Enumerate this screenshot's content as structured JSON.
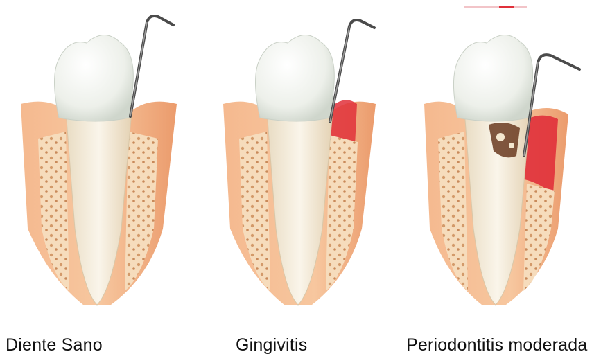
{
  "stages": [
    {
      "label": "Diente Sano"
    },
    {
      "label": "Gingivitis"
    },
    {
      "label": "Periodontitis moderada"
    }
  ],
  "colors": {
    "enamel": "#f2f3ee",
    "root": "#f3ead8",
    "gum": "#f0a57a",
    "gum_inflamed": "#e0303a",
    "bone": "#f6d9b8",
    "bone_pore": "#c98a5a",
    "probe": "#5a5a5a",
    "tartar": "#6a3a20"
  },
  "icons": [
    "periodontal-probe-icon",
    "tooth-icon"
  ]
}
